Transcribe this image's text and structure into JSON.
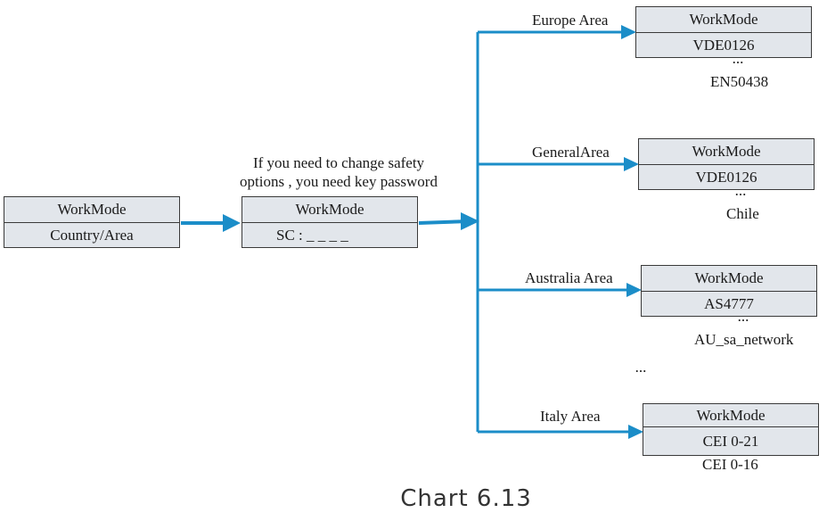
{
  "diagram": {
    "accent_color": "#1b8dc8",
    "start_box": {
      "title": "WorkMode",
      "value": "Country/Area"
    },
    "note": {
      "line1": "If you need to change safety",
      "line2": "options , you need key password"
    },
    "sc_box": {
      "title": "WorkMode",
      "value": "SC : _ _ _ _"
    },
    "branches": [
      {
        "area": "Europe Area",
        "title": "WorkMode",
        "value": "VDE0126",
        "ellipsis": "...",
        "extra": "EN50438"
      },
      {
        "area": "GeneralArea",
        "title": "WorkMode",
        "value": "VDE0126",
        "ellipsis": "...",
        "extra": "Chile"
      },
      {
        "area": "Australia Area",
        "title": "WorkMode",
        "value": "AS4777",
        "ellipsis": "...",
        "extra": "AU_sa_network"
      },
      {
        "area": "Italy Area",
        "title": "WorkMode",
        "value": "CEI 0-21",
        "ellipsis": "",
        "extra": "CEI 0-16"
      }
    ],
    "middle_ellipsis": "...",
    "caption": "Chart 6.13"
  }
}
